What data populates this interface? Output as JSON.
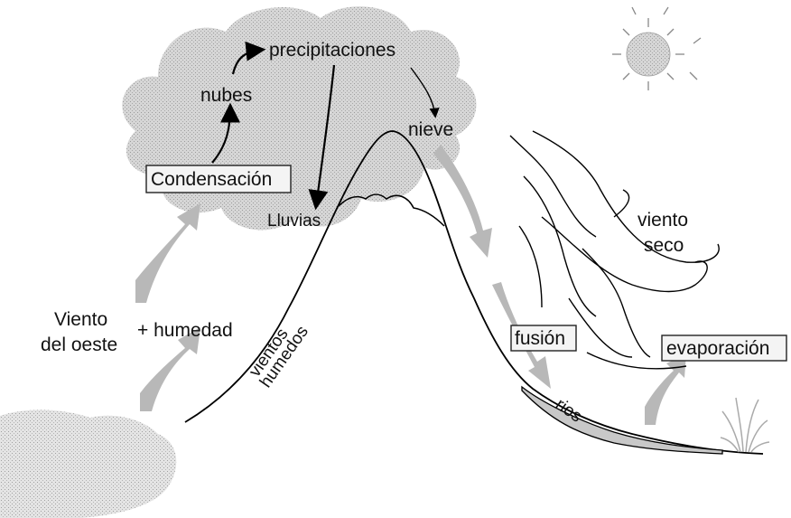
{
  "labels": {
    "precipitaciones": "precipitaciones",
    "nubes": "nubes",
    "condensacion": "Condensación",
    "nieve": "nieve",
    "lluvias": "Lluvias",
    "viento_oeste_1": "Viento",
    "viento_oeste_2": "del oeste",
    "humedad": "+ humedad",
    "vientos": "vientos",
    "humedos": "humedos",
    "viento_seco_1": "viento",
    "viento_seco_2": "seco",
    "fusion": "fusión",
    "evaporacion": "evaporación",
    "rios": "rios"
  },
  "colors": {
    "cloud_fill": "#cfcfcf",
    "arrow_fill": "#b8b8b8",
    "line": "#000000",
    "river_fill": "#c8c8c8"
  },
  "icons": {
    "sun": "sun-icon",
    "plant": "grass-icon"
  }
}
